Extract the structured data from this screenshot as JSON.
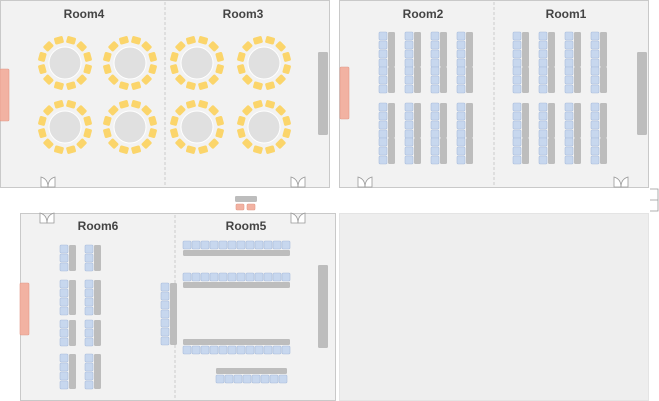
{
  "rooms": [
    {
      "label": "Room4",
      "layout": "banquet-rounds"
    },
    {
      "label": "Room3",
      "layout": "banquet-rounds"
    },
    {
      "label": "Room2",
      "layout": "classroom"
    },
    {
      "label": "Room1",
      "layout": "classroom"
    },
    {
      "label": "Room6",
      "layout": "classroom"
    },
    {
      "label": "Room5",
      "layout": "u-shape"
    }
  ],
  "colors": {
    "room_fill": "#f2f2f2",
    "room_border": "#c9c9c9",
    "divider": "#cccccc",
    "round_table": "#e0e0e0",
    "round_chair": "#fbd56b",
    "desk": "#bdbdbd",
    "desk_chair": "#c7d7ee",
    "screen": "#bdbdbd",
    "stage": "#f2b2a2",
    "empty_area": "#eeeeee"
  }
}
